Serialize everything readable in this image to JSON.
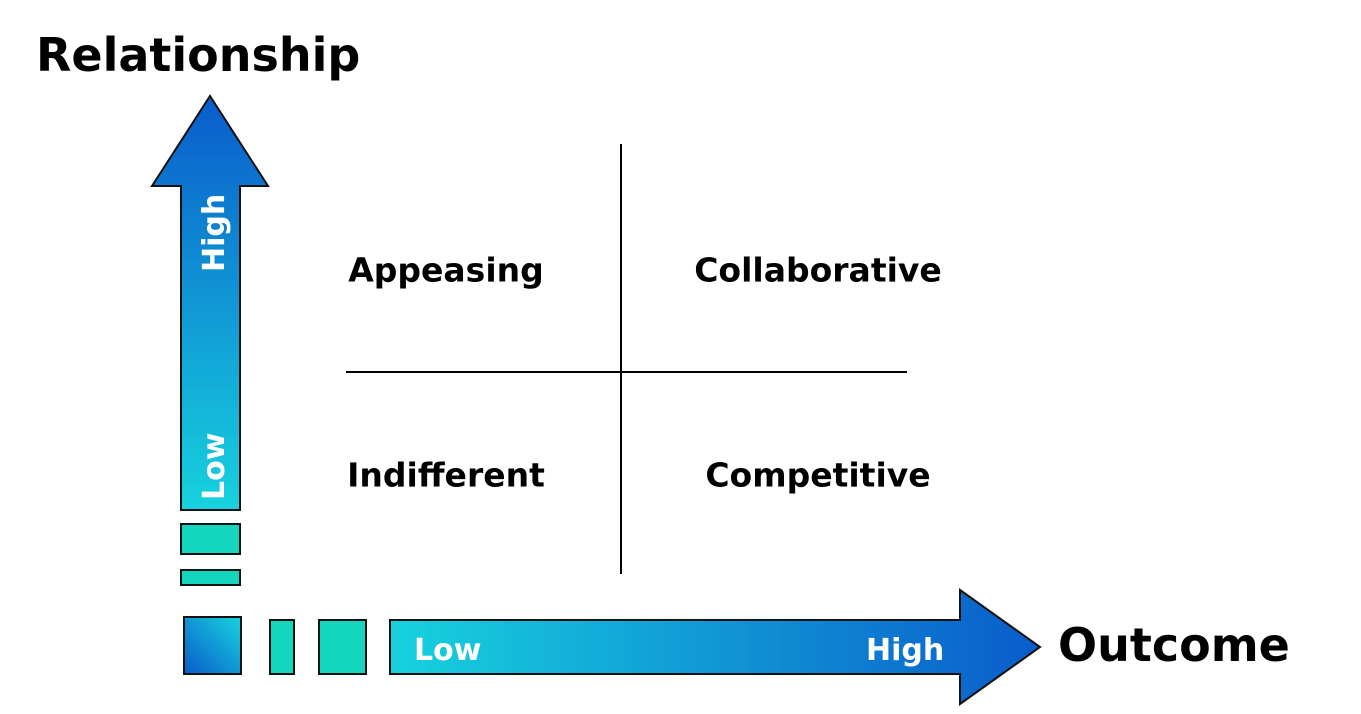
{
  "axes": {
    "y_title": "Relationship",
    "x_title": "Outcome",
    "y_low": "Low",
    "y_high": "High",
    "x_low": "Low",
    "x_high": "High"
  },
  "quadrants": {
    "top_left": "Appeasing",
    "top_right": "Collaborative",
    "bottom_left": "Indifferent",
    "bottom_right": "Competitive"
  },
  "colors": {
    "arrow_light": "#17D2DE",
    "arrow_dark": "#0A5CCB",
    "block_teal": "#14D6BC",
    "outline": "#111111",
    "divider": "#000000"
  }
}
